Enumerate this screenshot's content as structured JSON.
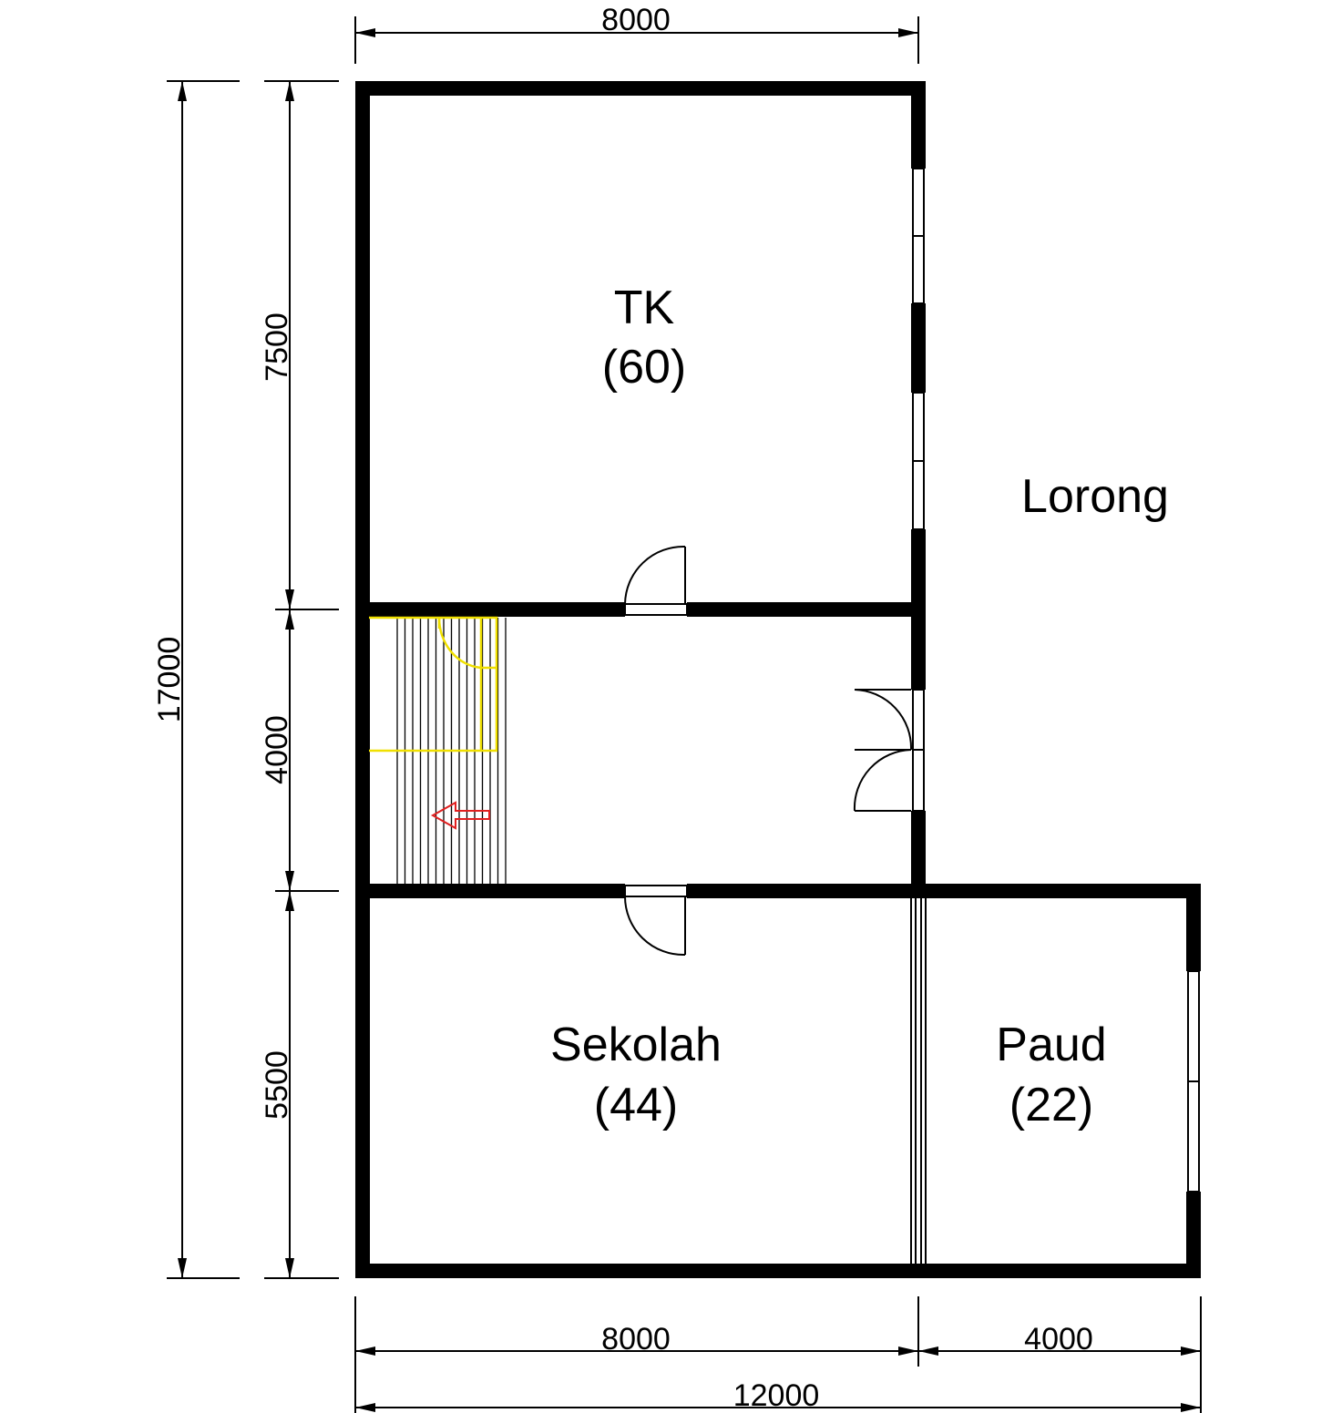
{
  "dimensions": {
    "top_width": "8000",
    "bottom_left_width": "8000",
    "bottom_right_width": "4000",
    "bottom_total_width": "12000",
    "total_height": "17000",
    "height_top": "7500",
    "height_middle": "4000",
    "height_bottom": "5500"
  },
  "rooms": {
    "tk": {
      "name": "TK",
      "capacity": "(60)"
    },
    "sekolah": {
      "name": "Sekolah",
      "capacity": "(44)"
    },
    "paud": {
      "name": "Paud",
      "capacity": "(22)"
    },
    "lorong": {
      "name": "Lorong"
    }
  },
  "colors": {
    "wall": "#000000",
    "stair_highlight": "#f0e000",
    "arrow": "#e02020",
    "background": "#ffffff"
  }
}
